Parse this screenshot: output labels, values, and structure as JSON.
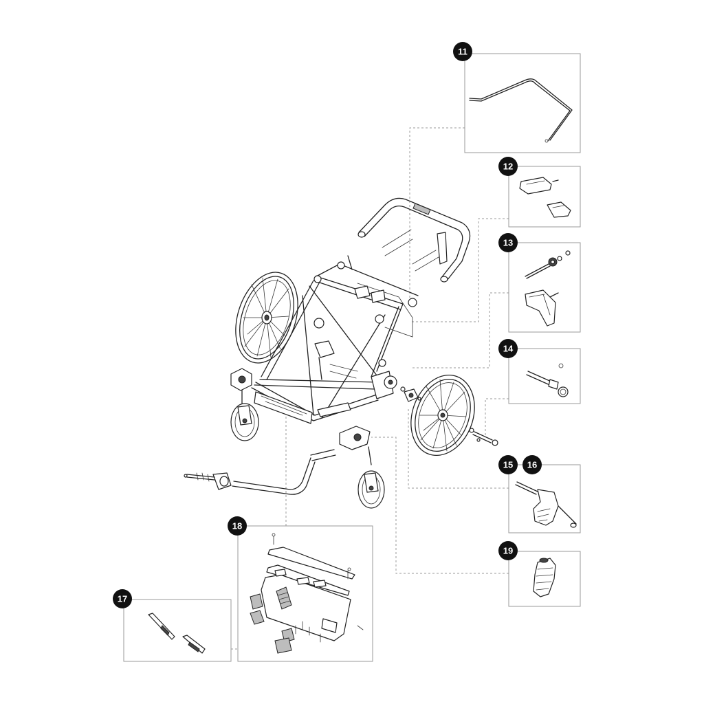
{
  "callouts": {
    "c11": "11",
    "c12": "12",
    "c13": "13",
    "c14": "14",
    "c15": "15",
    "c16": "16",
    "c17": "17",
    "c18": "18",
    "c19": "19"
  },
  "colors": {
    "line": "#222222",
    "box_border": "#9a9a9a",
    "callout": "#111111",
    "background": "#ffffff"
  }
}
